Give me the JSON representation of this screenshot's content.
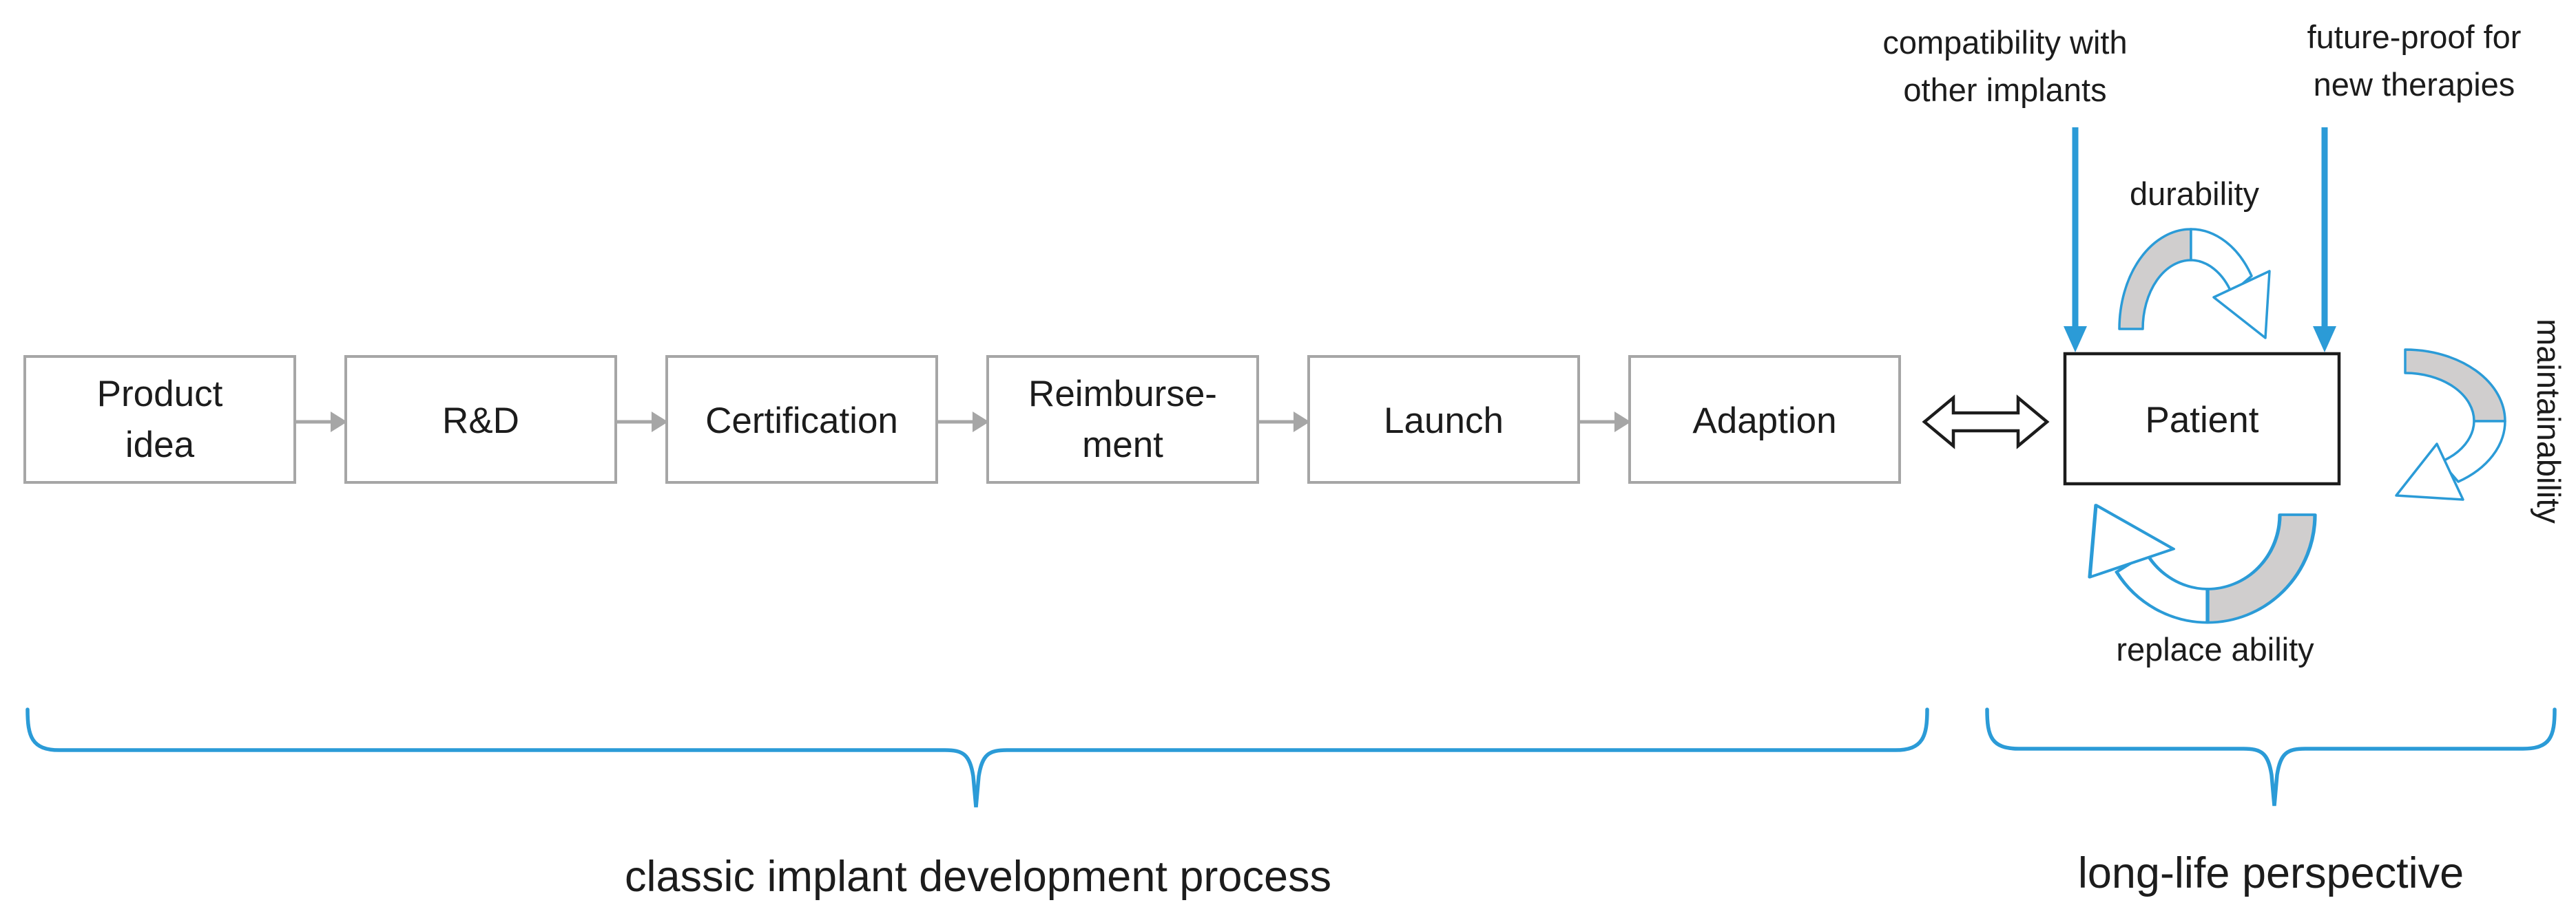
{
  "process": {
    "boxes": [
      {
        "line1": "Product",
        "line2": "idea"
      },
      {
        "line1": "R&D"
      },
      {
        "line1": "Certification"
      },
      {
        "line1": "Reimburse-",
        "line2": "ment"
      },
      {
        "line1": "Launch"
      },
      {
        "line1": "Adaption"
      }
    ]
  },
  "patient": {
    "label": "Patient"
  },
  "annotations": {
    "compatibility_line1": "compatibility with",
    "compatibility_line2": "other implants",
    "future_line1": "future-proof for",
    "future_line2": "new therapies",
    "durability": "durability",
    "maintainability": "maintainability",
    "replaceability": "replace ability"
  },
  "braces": {
    "classic_label": "classic implant development process",
    "longlife_label": "long-life perspective"
  },
  "colors": {
    "accent_blue": "#2B9BD7",
    "box_border_gray": "#A6A6A6",
    "ribbon_gray_fill": "#D0CECE",
    "text_color": "#1C1C1C"
  }
}
